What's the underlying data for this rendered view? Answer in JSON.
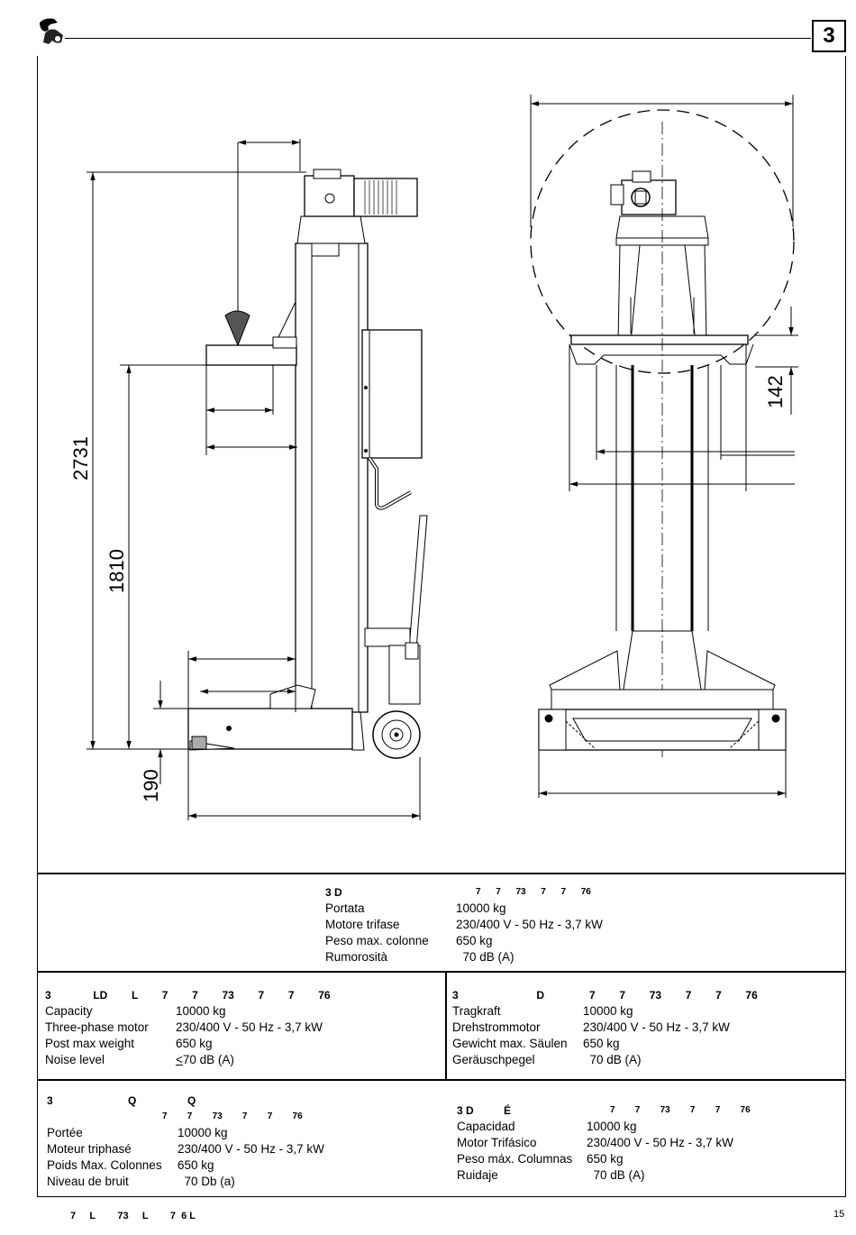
{
  "header": {
    "chapter": "3"
  },
  "drawing": {
    "dim_height_total": "2731",
    "dim_height_lift": "1810",
    "dim_base": "190",
    "dim_fork": "142"
  },
  "spec_it": {
    "heading": "3 D",
    "codes": "7      7      73      7      7      76",
    "rows": [
      {
        "label": "Portata",
        "value": "10000  kg"
      },
      {
        "label": "Motore trifase",
        "value": "230/400 V - 50 Hz - 3,7 kW"
      },
      {
        "label": "Peso max. colonne",
        "value": "650 kg"
      },
      {
        "label": "Rumorosità",
        "value": "  70 dB (A)"
      }
    ]
  },
  "spec_en": {
    "heading": "3              LD        L        7        7        73        7        7        76",
    "rows": [
      {
        "label": "Capacity",
        "value": "10000  kg"
      },
      {
        "label": "Three-phase motor",
        "value": "230/400 V - 50 Hz - 3,7 kW"
      },
      {
        "label": "Post max weight",
        "value": "650 kg"
      },
      {
        "label": "Noise level",
        "value_prefix": "<",
        "value": "70 dB (A)"
      }
    ]
  },
  "spec_de": {
    "heading": "3                          D               7        7        73        7        7        76",
    "rows": [
      {
        "label": "Tragkraft",
        "value": "10000  kg"
      },
      {
        "label": "Drehstrommotor",
        "value": "230/400 V - 50 Hz - 3,7 kW"
      },
      {
        "label": "Gewicht max.  Säulen",
        "value": "650 kg"
      },
      {
        "label": "Geräuschpegel",
        "value": "  70 dB (A)"
      }
    ]
  },
  "spec_fr": {
    "heading": "3                         Q                 Q",
    "codes": "7        7        73        7        7        76",
    "rows": [
      {
        "label": "Portée",
        "value": "10000  kg"
      },
      {
        "label": "Moteur triphasé",
        "value": "230/400 V - 50 Hz - 3,7 kW"
      },
      {
        "label": "Poids Max. Colonnes",
        "value": "650 kg"
      },
      {
        "label": "Niveau de bruit",
        "value": "  70 Db (a)"
      }
    ]
  },
  "spec_es": {
    "heading": "3 D          É",
    "codes": "7        7        73        7        7        76",
    "rows": [
      {
        "label": "Capacidad",
        "value": "10000  kg"
      },
      {
        "label": "Motor Trifásico",
        "value": "230/400 V - 50 Hz - 3,7 kW"
      },
      {
        "label": "Peso máx. Columnas",
        "value": "650 kg"
      },
      {
        "label": "Ruidaje",
        "value": "  70 dB (A)"
      }
    ]
  },
  "footer": {
    "codes": "7     L        73     L        7  6 L",
    "page_number": "15"
  }
}
